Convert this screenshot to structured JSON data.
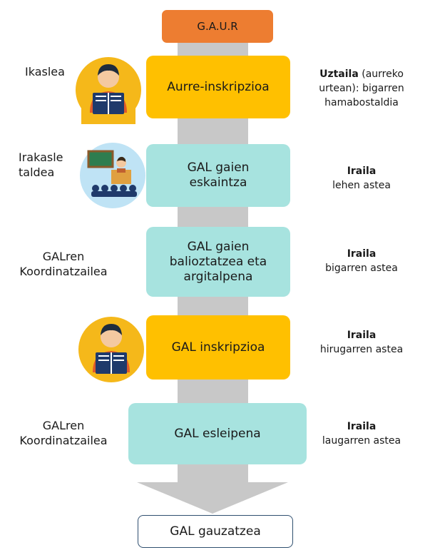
{
  "diagram": {
    "header": "G.A.U.R",
    "steps": [
      {
        "actor": "Ikaslea",
        "label": "Aurre-inskripzioa",
        "date_month": "Uztaila",
        "date_detail": " (aurreko\nurtean): bigarren\nhamabostaldia",
        "icon": "student-reading-icon",
        "color": "#ffc000"
      },
      {
        "actor": "Irakasle\ntaldea",
        "label": "GAL gaien\neskaintza",
        "date_month": "Iraila",
        "date_detail": "lehen astea",
        "icon": "teacher-classroom-icon",
        "color": "#a7e3df"
      },
      {
        "actor": "GALren\nKoordinatzailea",
        "label": "GAL gaien\nbalioztatzea eta\nargitalpena",
        "date_month": "Iraila",
        "date_detail": "bigarren astea",
        "color": "#a7e3df"
      },
      {
        "label": "GAL inskripzioa",
        "date_month": "Iraila",
        "date_detail": "hirugarren astea",
        "icon": "student-reading-icon",
        "color": "#ffc000"
      },
      {
        "actor": "GALren\nKoordinatzailea",
        "label": "GAL esleipena",
        "date_month": "Iraila",
        "date_detail": "laugarren astea",
        "color": "#a7e3df"
      }
    ],
    "final": "GAL gauzatzea"
  }
}
